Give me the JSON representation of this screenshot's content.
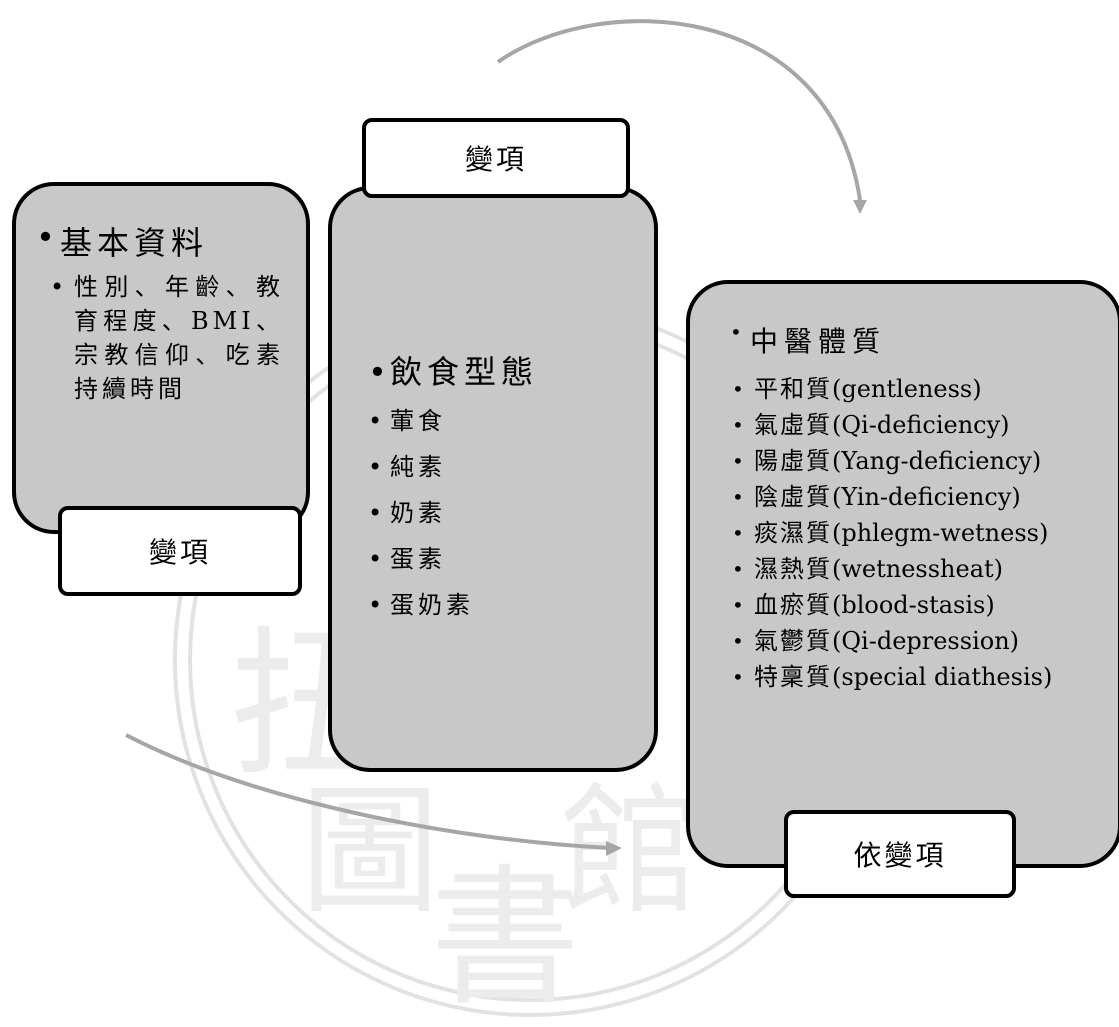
{
  "watermark": {
    "icon": "library-seal-watermark"
  },
  "panels": {
    "background": {
      "title": "基本資料",
      "item": "性別、年齡、教育程度、BMI、宗教信仰、吃素持續時間",
      "label": "變項"
    },
    "diet": {
      "label": "變項",
      "title": "飲食型態",
      "items": [
        "葷食",
        "純素",
        "奶素",
        "蛋素",
        "蛋奶素"
      ]
    },
    "constitution": {
      "title": "中醫體質",
      "label": "依變項",
      "items": [
        {
          "zh": "平和質",
          "en": "(gentleness)"
        },
        {
          "zh": "氣虛質",
          "en": "(Qi-deficiency)"
        },
        {
          "zh": "陽虛質",
          "en": "(Yang-deficiency)"
        },
        {
          "zh": "陰虛質",
          "en": "(Yin-deficiency)"
        },
        {
          "zh": "痰濕質",
          "en": "(phlegm-wetness)"
        },
        {
          "zh": "濕熱質",
          "en": "(wetnessheat)"
        },
        {
          "zh": "血瘀質",
          "en": "(blood-stasis)"
        },
        {
          "zh": "氣鬱質",
          "en": "(Qi-depression)"
        },
        {
          "zh": "特稟質",
          "en": "(special diathesis)"
        }
      ]
    }
  },
  "colors": {
    "panel_fill": "#c8c8c8",
    "arrow": "#a6a6a6",
    "watermark": "#e2e2e2"
  }
}
